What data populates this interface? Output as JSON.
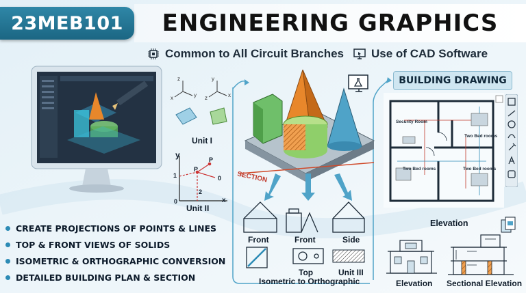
{
  "header": {
    "course_code": "23MEB101",
    "title": "ENGINEERING GRAPHICS"
  },
  "subtitle": {
    "left": "Common to All Circuit Branches",
    "right": "Use of CAD Software"
  },
  "units": {
    "unit1": "Unit I",
    "unit2": "Unit II",
    "unit3": "Unit III"
  },
  "projection_labels": {
    "section": "SECTION",
    "front1": "Front",
    "front2": "Front",
    "side": "Side",
    "top": "Top",
    "iso_to_ortho": "Isometric to Orthographic"
  },
  "graph_labels": {
    "y": "y",
    "x": "x",
    "zero": "0",
    "one": "1",
    "two": "2",
    "p": "P",
    "p2": "P",
    "o": "0"
  },
  "building": {
    "header": "BUILDING DRAWING",
    "security_room": "Security Room",
    "two_bed_1": "Two Bed rooms",
    "two_bed_2": "Two Bed rooms",
    "two_bed_3": "Two Bed rooms",
    "elevation_label": "Elevation",
    "elevation_small": "Elevation",
    "sectional_elevation": "Sectional Elevation"
  },
  "bullets": [
    "CREATE PROJECTIONS OF POINTS & LINES",
    "TOP & FRONT VIEWS OF SOLIDS",
    "ISOMETRIC & ORTHOGRAPHIC CONVERSION",
    "DETAILED BUILDING PLAN & SECTION"
  ],
  "colors": {
    "accent": "#2c8bb5",
    "badge": "#1b6683",
    "orange": "#e8872b",
    "green": "#7cc47a",
    "blue": "#4fa3c8"
  },
  "icons": [
    "chip-icon",
    "monitor-icon",
    "pencil-icon",
    "flask-monitor-icon"
  ]
}
